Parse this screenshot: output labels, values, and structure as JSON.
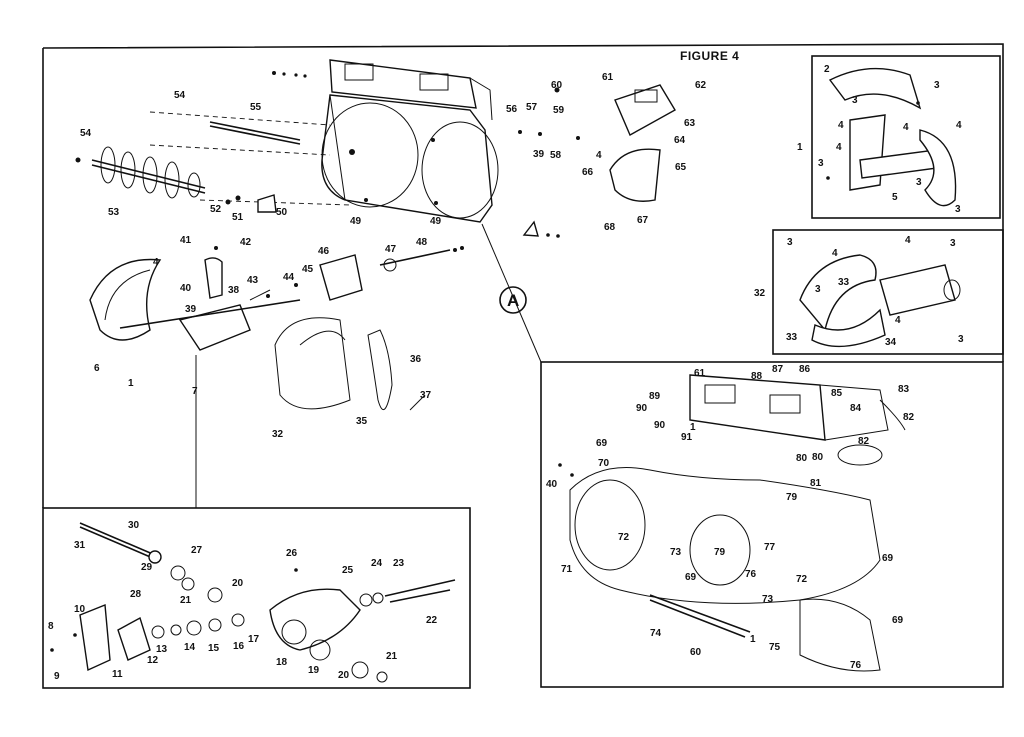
{
  "figure": {
    "title": "FIGURE 4",
    "detail_callout": "A"
  },
  "labels": {
    "main": [
      "54",
      "55",
      "54",
      "53",
      "52",
      "51",
      "50",
      "49",
      "49",
      "48",
      "47",
      "46",
      "45",
      "44",
      "43",
      "42",
      "41",
      "40",
      "39",
      "38",
      "4",
      "6",
      "1",
      "7",
      "32",
      "35",
      "36",
      "37",
      "56",
      "57",
      "58",
      "59",
      "39",
      "60",
      "61",
      "62",
      "63",
      "64",
      "4",
      "65",
      "66",
      "67",
      "68"
    ],
    "detail_top_right": [
      "2",
      "3",
      "3",
      "3",
      "4",
      "4",
      "4",
      "4",
      "1",
      "3",
      "5",
      "3"
    ],
    "detail_mid_right": [
      "3",
      "4",
      "4",
      "3",
      "33",
      "3",
      "32",
      "33",
      "34",
      "4",
      "3"
    ],
    "detail_bottom_left": [
      "30",
      "31",
      "29",
      "27",
      "28",
      "21",
      "20",
      "26",
      "25",
      "24",
      "23",
      "22",
      "10",
      "8",
      "9",
      "11",
      "12",
      "13",
      "14",
      "15",
      "16",
      "17",
      "18",
      "19",
      "20",
      "21"
    ],
    "detail_bottom_right": [
      "88",
      "87",
      "86",
      "85",
      "61",
      "83",
      "82",
      "89",
      "90",
      "90",
      "91",
      "1",
      "84",
      "82",
      "69",
      "80",
      "70",
      "81",
      "80",
      "40",
      "79",
      "72",
      "73",
      "79",
      "77",
      "76",
      "71",
      "69",
      "72",
      "73",
      "74",
      "69",
      "75",
      "69",
      "60",
      "76",
      "1"
    ]
  }
}
